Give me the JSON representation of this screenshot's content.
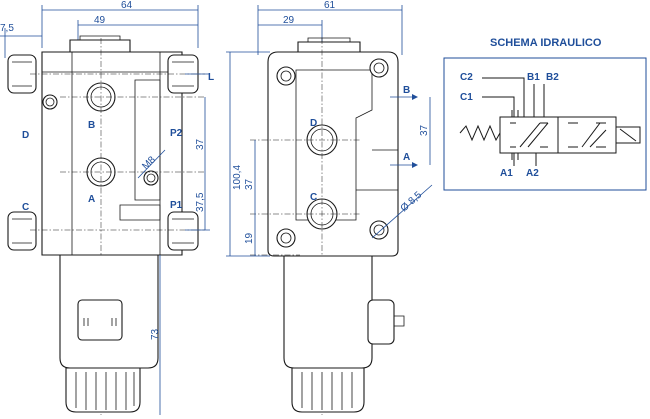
{
  "dimensions": {
    "total_width": "64",
    "width_49": "49",
    "offset_7_5": "7,5",
    "rear_width": "61",
    "rear_29": "29",
    "pitch_37_left": "37",
    "pitch_37_5": "37,5",
    "thread_m8": "M8",
    "coil_73": "73",
    "height_100_4": "100,4",
    "pitch_37_rear": "37",
    "base_19": "19",
    "hole_8_5": "Ø 8,5",
    "pitch_37_ab": "37"
  },
  "ports": {
    "front": {
      "L": "L",
      "B": "B",
      "D": "D",
      "P2": "P2",
      "A": "A",
      "C": "C",
      "P1": "P1"
    },
    "rear": {
      "D": "D",
      "C": "C",
      "B": "B",
      "A": "A"
    }
  },
  "schema": {
    "title": "SCHEMA IDRAULICO",
    "labels": {
      "C2": "C2",
      "B1": "B1",
      "B2": "B2",
      "C1": "C1",
      "A1": "A1",
      "A2": "A2"
    }
  },
  "colors": {
    "dimension": "#1f4e9a",
    "outline": "#1a1a1a"
  }
}
